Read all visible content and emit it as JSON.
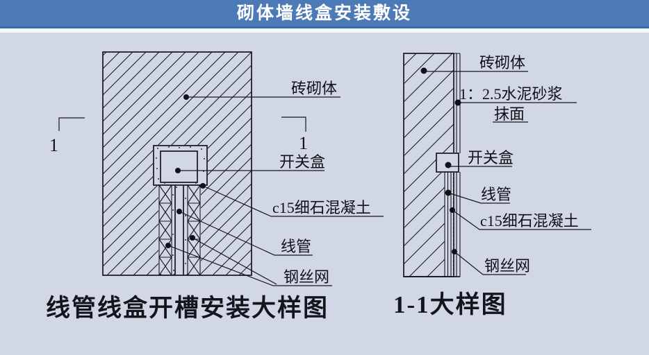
{
  "title": "砌体墙线盒安装敷设",
  "colors": {
    "titlebar": "#4b7ab7",
    "titlebar_edge": "#3a69a5",
    "background": "#d2d7e5",
    "line": "#15151f"
  },
  "left": {
    "caption": "线管线盒开槽安装大样图",
    "section_label": "1",
    "labels": {
      "brick": "砖砌体",
      "switch_box": "开关盒",
      "concrete": "c15细石混凝土",
      "conduit": "线管",
      "mesh": "钢丝网"
    }
  },
  "right": {
    "caption": "1-1大样图",
    "labels": {
      "brick": "砖砌体",
      "plaster_line1": "1：2.5水泥砂浆",
      "plaster_line2": "抹面",
      "switch_box": "开关盒",
      "conduit": "线管",
      "concrete": "c15细石混凝土",
      "mesh": "钢丝网"
    }
  }
}
